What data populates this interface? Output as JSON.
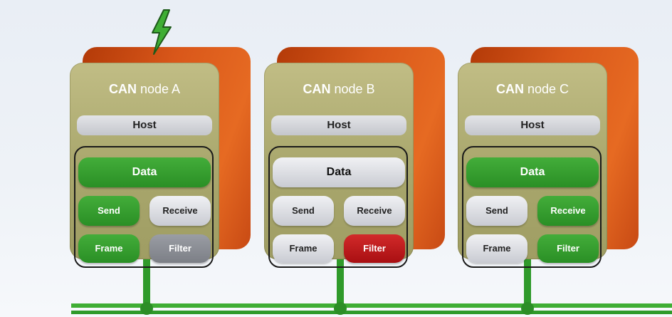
{
  "nodes": [
    {
      "title_bold": "CAN",
      "title_rest": " node A",
      "host": "Host",
      "data": "Data",
      "send": "Send",
      "receive": "Receive",
      "frame": "Frame",
      "filter": "Filter"
    },
    {
      "title_bold": "CAN",
      "title_rest": " node B",
      "host": "Host",
      "data": "Data",
      "send": "Send",
      "receive": "Receive",
      "frame": "Frame",
      "filter": "Filter"
    },
    {
      "title_bold": "CAN",
      "title_rest": " node C",
      "host": "Host",
      "data": "Data",
      "send": "Send",
      "receive": "Receive",
      "frame": "Frame",
      "filter": "Filter"
    }
  ],
  "colors": {
    "active": "#2e9a2a",
    "inactive": "#c9cbd2",
    "disabled": "#84878e",
    "rejected": "#b8181b",
    "bus": "#3fae34",
    "node_body": "#a9a76c",
    "node_back": "#d9571a",
    "bolt": "#3fae34"
  },
  "icons": [
    "lightning-bolt-icon"
  ]
}
